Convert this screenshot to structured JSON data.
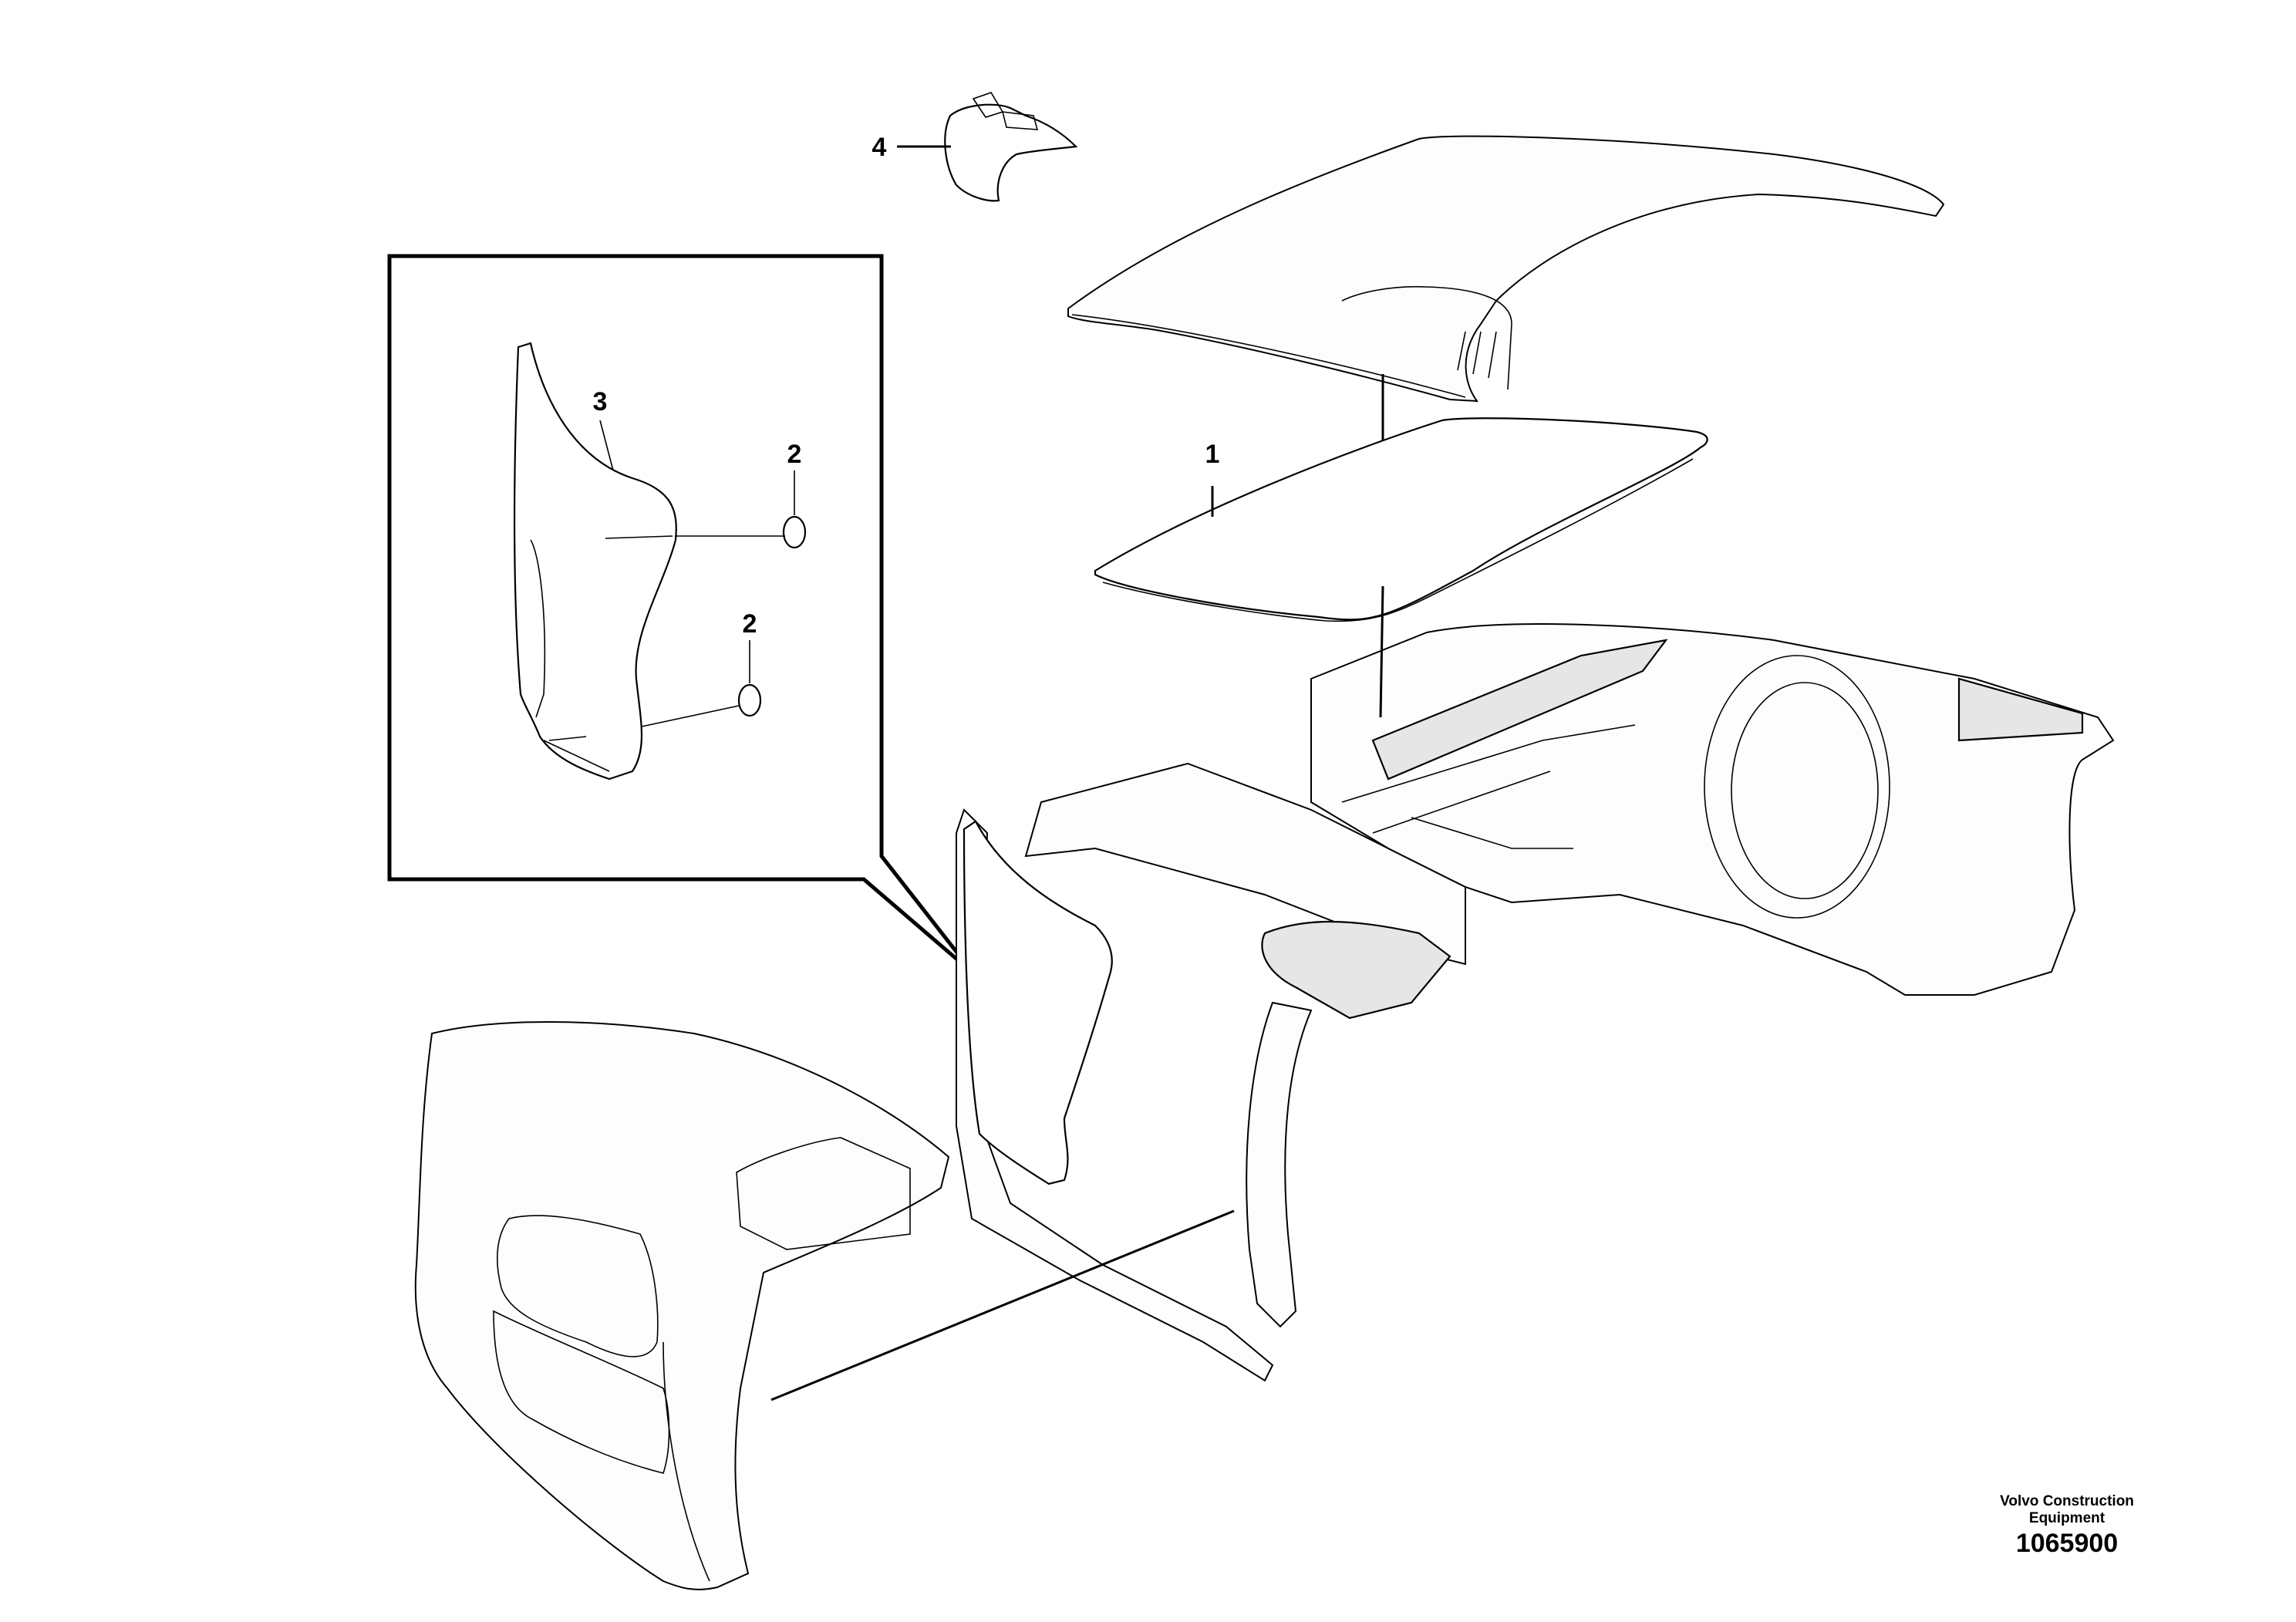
{
  "callouts": [
    {
      "label": "1"
    },
    {
      "label": "2"
    },
    {
      "label": "2"
    },
    {
      "label": "3"
    },
    {
      "label": "4"
    }
  ],
  "branding": {
    "line1": "Volvo Construction",
    "line2": "Equipment",
    "document_number": "1065900"
  }
}
